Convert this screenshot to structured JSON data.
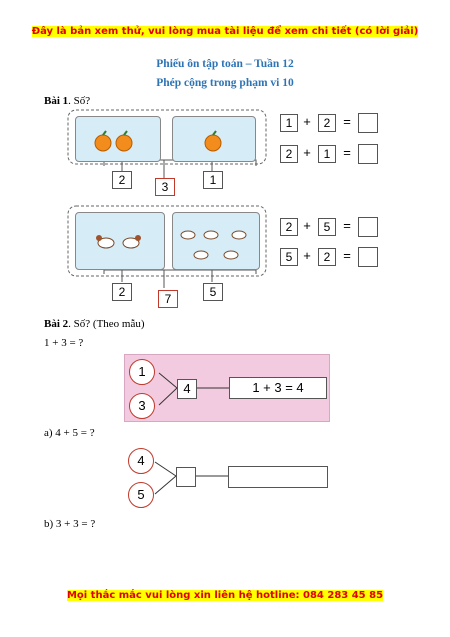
{
  "header_banner": "Đây là bản xem thử, vui lòng mua tài liệu để xem chi tiết (có lời giải)",
  "worksheet_title": "Phiếu ôn tập toán – Tuần 12",
  "worksheet_subtitle": "Phép cộng trong phạm vi 10",
  "exercise1": {
    "label": "Bài 1",
    "prompt": ". Số?",
    "group_top": {
      "left": "2",
      "right": "1",
      "total": "3"
    },
    "group_bottom": {
      "left": "2",
      "right": "5",
      "total": "7"
    },
    "equations": [
      {
        "a": "1",
        "op": "+",
        "b": "2",
        "eq": "="
      },
      {
        "a": "2",
        "op": "+",
        "b": "1",
        "eq": "="
      },
      {
        "a": "2",
        "op": "+",
        "b": "5",
        "eq": "="
      },
      {
        "a": "5",
        "op": "+",
        "b": "2",
        "eq": "="
      }
    ]
  },
  "exercise2": {
    "label": "Bài 2",
    "prompt": ". Số? (Theo mẫu)",
    "example_prompt": "1 + 3 = ?",
    "example": {
      "top": "1",
      "bottom": "3",
      "sum": "4",
      "equation": "1 + 3 = 4"
    },
    "part_a": {
      "prompt": "a) 4 + 5 = ?",
      "top": "4",
      "bottom": "5"
    },
    "part_b": {
      "prompt": "b) 3 + 3 = ?"
    }
  },
  "footer_banner": "Mọi thắc mắc vui lòng xin liên hệ hotline: 084 283 45 85",
  "colors": {
    "banner_text": "#e00000",
    "highlight": "#ffff00",
    "title_blue": "#2e74b5",
    "panel_blue": "#d6ecf7",
    "example_pink": "#f3cbe0",
    "total_red": "#c0392b",
    "circle_red": "#c0392b"
  }
}
